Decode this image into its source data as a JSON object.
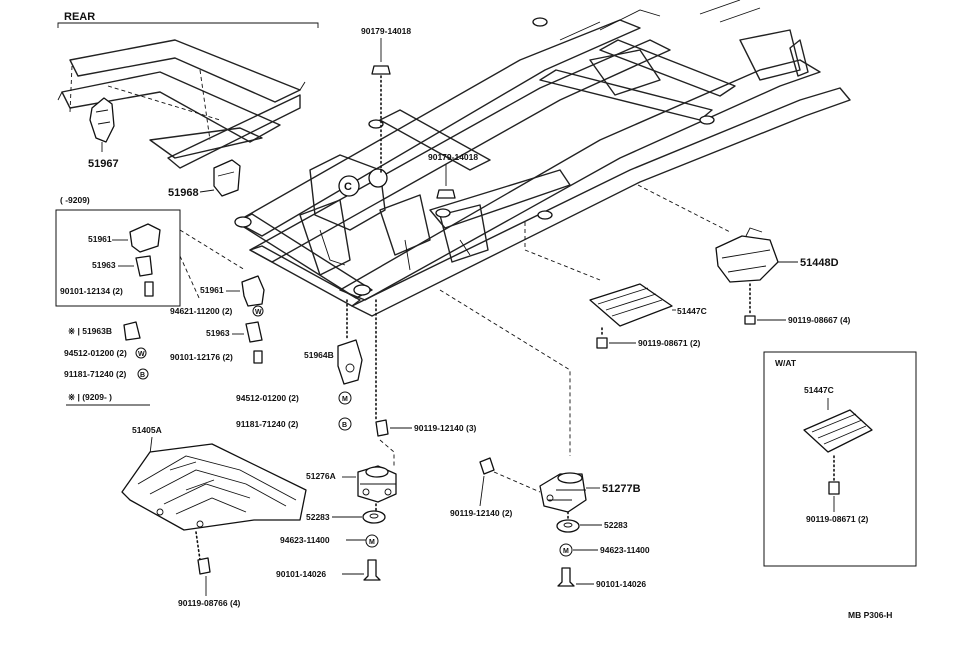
{
  "header": {
    "section": "REAR"
  },
  "labels": {
    "p51967": "51967",
    "p51968": "51968",
    "p90179_top": "90179-14018",
    "p90179_mid": "90179-14018",
    "p51448D": "51448D",
    "p51447C": "51447C",
    "p90119_08667": "90119-08667 (4)",
    "p90119_08671": "90119-08671 (2)",
    "p51961": "51961",
    "p94621": "94621-11200 (2)",
    "p51963": "51963",
    "p90101_12176": "90101-12176 (2)",
    "p51964B": "51964B",
    "p94512_r": "94512-01200 (2)",
    "p91181_r": "91181-71240 (2)",
    "p90119_12140_3": "90119-12140 (3)",
    "p51405A": "51405A",
    "p51276A": "51276A",
    "p52283_l": "52283",
    "p94623_l": "94623-11400",
    "p90101_14026_l": "90101-14026",
    "p90119_08766": "90119-08766 (4)",
    "p90119_12140_2": "90119-12140 (2)",
    "p51277B": "51277B",
    "p52283_r": "52283",
    "p94623_r": "94623-11400",
    "p90101_14026_r": "90101-14026",
    "footer_code": "MB  P306-H"
  },
  "inset_left": {
    "range_top": "(      -9209)",
    "i51961": "51961",
    "i51963": "51963",
    "i90101": "90101-12134 (2)",
    "x51963B": "※ | 51963B",
    "x94512": "94512-01200 (2)",
    "x91181": "91181-71240 (2)",
    "range_bottom": "※ | (9209-       )"
  },
  "inset_right": {
    "title": "W/AT",
    "part": "51447C",
    "bolt": "90119-08671 (2)"
  },
  "circle_marks": {
    "w": "W",
    "m": "M",
    "b": "B"
  }
}
